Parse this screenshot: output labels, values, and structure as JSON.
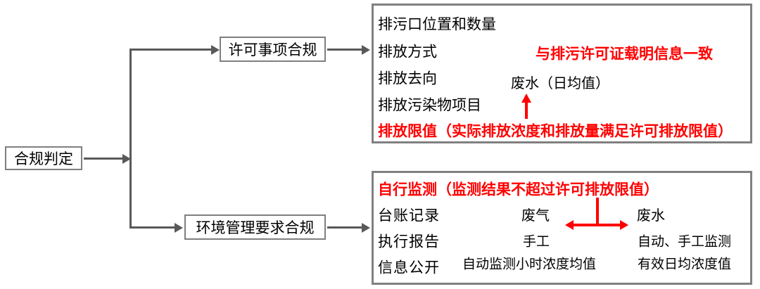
{
  "colors": {
    "red_accent": "#ff0000",
    "connector_gray": "#595959",
    "box_border_gray": "#808080",
    "text_black": "#000000",
    "background": "#ffffff"
  },
  "root": {
    "label": "合规判定"
  },
  "branches": [
    {
      "label": "许可事项合规"
    },
    {
      "label": "环境管理要求合规"
    }
  ],
  "permit_box": {
    "items": [
      "排污口位置和数量",
      "排放方式",
      "排放去向",
      "排放污染物项目"
    ],
    "limit_item": "排放限值（实际排放浓度和排放量满足许可排放限值）",
    "note_red": "与排污许可证载明信息一致",
    "wastewater_note": "废水（日均值）"
  },
  "management_box": {
    "self_monitoring": "自行监测（监测结果不超过许可排放限值）",
    "items": [
      "台账记录",
      "执行报告",
      "信息公开"
    ],
    "gas_column": {
      "header": "废气",
      "method": "手工",
      "value": "自动监测小时浓度均值"
    },
    "water_column": {
      "header": "废水",
      "method": "自动、手工监测",
      "value": "有效日均浓度值"
    }
  }
}
